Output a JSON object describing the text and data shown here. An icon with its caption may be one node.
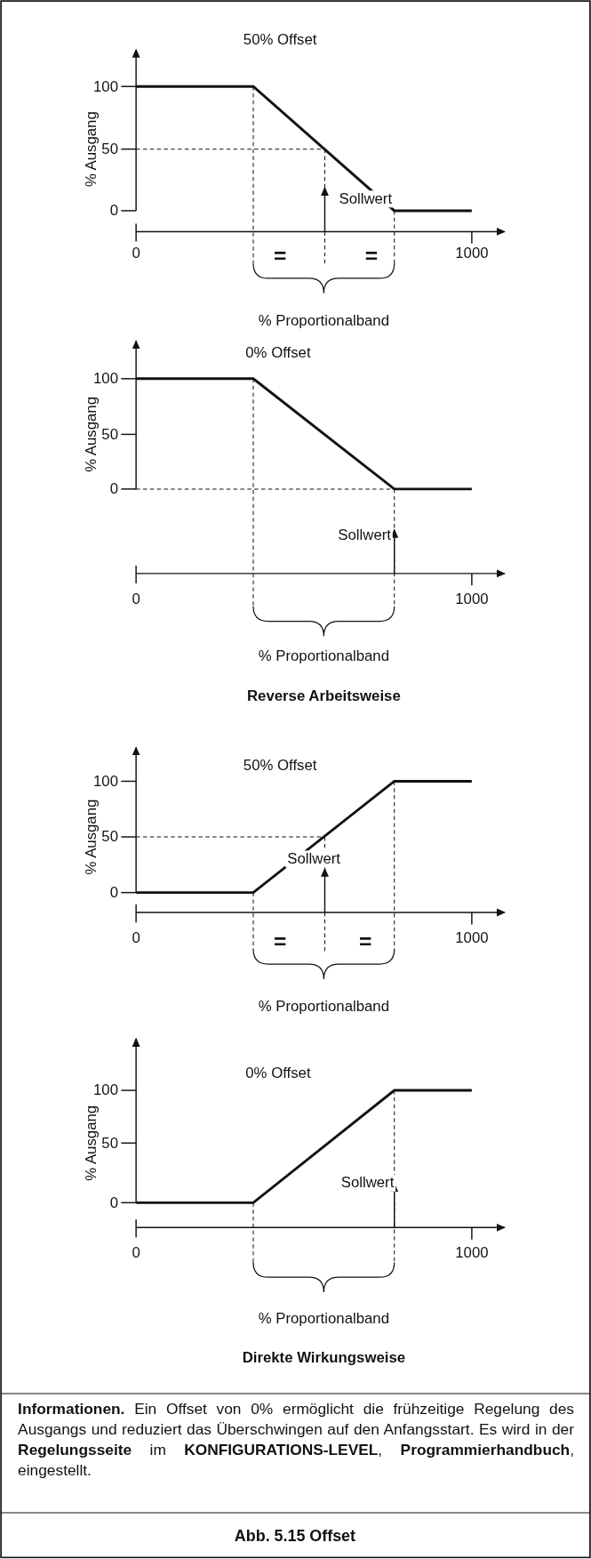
{
  "diagram": {
    "caption": "Abb. 5.15 Offset",
    "labels": [
      "50% Offset",
      "100",
      "% Ausgang",
      "50",
      "Sollwert",
      "0",
      "=",
      "=",
      "0",
      "1000",
      "% Proportionalband",
      "0% Offset",
      "100",
      "% Ausgang",
      "50",
      "0",
      "Sollwert",
      "0",
      "1000",
      "% Proportionalband",
      "Reverse Arbeitsweise",
      "50% Offset",
      "100",
      "% Ausgang",
      "50",
      "0",
      "Sollwert",
      "=",
      "=",
      "0",
      "1000",
      "% Proportionalband",
      "0% Offset",
      "100",
      "% Ausgang",
      "50",
      "0",
      "Sollwert",
      "0",
      "1000",
      "% Proportionalband",
      "Direkte Wirkungsweise",
      "**Informationen.** Ein Offset von 0% ermöglicht die frühzeitige Regelung des Ausgangs und reduziert das Überschwingen auf den Anfangsstart. Es wird in der **Regelungsseite** im **KONFIGURATIONS-LEVEL**, **Programmierhandbuch**, eingestellt."
    ]
  }
}
